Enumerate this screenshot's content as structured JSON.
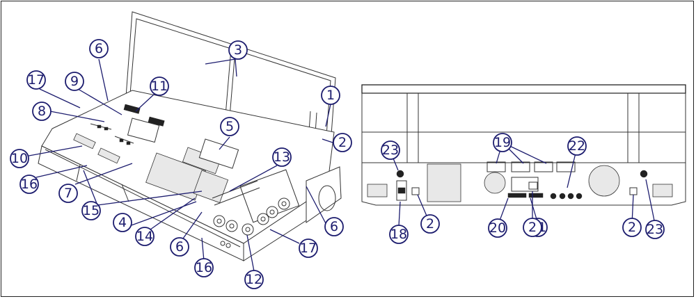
{
  "diagram": {
    "front_view": {
      "callouts": [
        {
          "id": "c-front-1",
          "label": "1"
        },
        {
          "id": "c-front-2",
          "label": "2"
        },
        {
          "id": "c-front-3",
          "label": "3"
        },
        {
          "id": "c-front-4",
          "label": "4"
        },
        {
          "id": "c-front-5",
          "label": "5"
        },
        {
          "id": "c-front-6a",
          "label": "6"
        },
        {
          "id": "c-front-6b",
          "label": "6"
        },
        {
          "id": "c-front-6c",
          "label": "6"
        },
        {
          "id": "c-front-7",
          "label": "7"
        },
        {
          "id": "c-front-8",
          "label": "8"
        },
        {
          "id": "c-front-9",
          "label": "9"
        },
        {
          "id": "c-front-10",
          "label": "10"
        },
        {
          "id": "c-front-11",
          "label": "11"
        },
        {
          "id": "c-front-12",
          "label": "12"
        },
        {
          "id": "c-front-13",
          "label": "13"
        },
        {
          "id": "c-front-14",
          "label": "14"
        },
        {
          "id": "c-front-15",
          "label": "15"
        },
        {
          "id": "c-front-16a",
          "label": "16"
        },
        {
          "id": "c-front-16b",
          "label": "16"
        },
        {
          "id": "c-front-17a",
          "label": "17"
        },
        {
          "id": "c-front-17b",
          "label": "17"
        }
      ]
    },
    "rear_view": {
      "callouts": [
        {
          "id": "c-rear-18",
          "label": "18"
        },
        {
          "id": "c-rear-19",
          "label": "19"
        },
        {
          "id": "c-rear-20",
          "label": "20"
        },
        {
          "id": "c-rear-21",
          "label": "21"
        },
        {
          "id": "c-rear-22",
          "label": "22"
        },
        {
          "id": "c-rear-23a",
          "label": "23"
        },
        {
          "id": "c-rear-23b",
          "label": "23"
        },
        {
          "id": "c-rear-2a",
          "label": "2"
        },
        {
          "id": "c-rear-2b",
          "label": "2"
        },
        {
          "id": "c-rear-2c",
          "label": "2"
        }
      ]
    }
  }
}
